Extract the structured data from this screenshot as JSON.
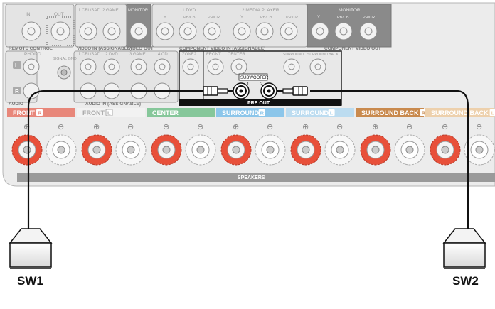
{
  "panel": {
    "groups": {
      "remote": "REMOTE CONTROL",
      "video_in": "VIDEO IN (ASSIGNABLE)",
      "video_out": "VIDEO OUT",
      "component_in": "COMPONENT VIDEO IN (ASSIGNABLE)",
      "component_out": "COMPONENT VIDEO OUT",
      "audio_left": "AUDIO",
      "audio_in": "AUDIO IN (ASSIGNABLE)",
      "pre_out": "PRE OUT",
      "speakers": "SPEAKERS"
    },
    "top_labels": {
      "in": "IN",
      "out": "OUT",
      "cbl_sat": "1 CBL/SAT",
      "game": "2 GAME",
      "monitor": "MONITOR",
      "dvd": "1 DVD",
      "media_player": "2 MEDIA PLAYER",
      "monitor2": "MONITOR",
      "y1": "Y",
      "pb1": "PB/CB",
      "pr1": "PR/CR",
      "y2": "Y",
      "pb2": "PB/CB",
      "pr2": "PR/CR",
      "y3": "Y",
      "pb3": "PB/CB",
      "pr3": "PR/CR"
    },
    "mid_labels": {
      "phono": "PHONO",
      "signal_gnd": "SIGNAL GND",
      "cbl_sat": "1 CBL/SAT",
      "dvd": "2 DVD",
      "game": "3 GAME",
      "cd": "4 CD",
      "zone2": "ZONE2",
      "front": "FRONT",
      "center": "CENTER",
      "surround": "SURROUND",
      "surround_back": "SURROUND BACK",
      "subwoofer": "SUBWOOFER",
      "sub1": "1",
      "sub2": "2",
      "l": "L",
      "r": "R"
    },
    "speaker_channels": [
      {
        "label": "FRONT",
        "badge": "R",
        "color": "#e8877a"
      },
      {
        "label": "FRONT",
        "badge": "L",
        "color": "#f2f2f2"
      },
      {
        "label": "CENTER",
        "badge": "",
        "color": "#86c79a"
      },
      {
        "label": "SURROUND",
        "badge": "R",
        "color": "#8cc6ea"
      },
      {
        "label": "SURROUND",
        "badge": "L",
        "color": "#bcdcf0"
      },
      {
        "label": "SURROUND BACK",
        "badge": "R",
        "color": "#c98a4e"
      },
      {
        "label": "SURROUND BACK",
        "badge": "L",
        "color": "#edd0ac"
      }
    ],
    "plus": "⊕",
    "minus": "⊖"
  },
  "subwoofers": {
    "left_label": "SW1",
    "right_label": "SW2"
  },
  "colors": {
    "panel": "#e9e9e9",
    "outline": "#9a9a9a",
    "terminal_red": "#e8503a",
    "cable": "#111111"
  }
}
